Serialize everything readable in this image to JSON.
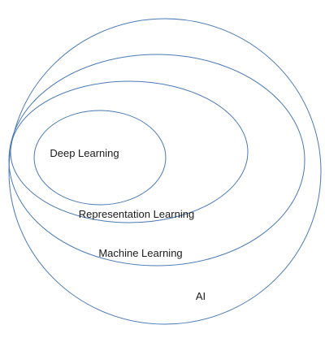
{
  "diagram": {
    "stroke_color": "#4a79b5",
    "text_color": "#1a1a1a",
    "sets": [
      {
        "id": "ai",
        "label": "AI"
      },
      {
        "id": "machine-learning",
        "label": "Machine Learning"
      },
      {
        "id": "representation-learning",
        "label": "Representation Learning"
      },
      {
        "id": "deep-learning",
        "label": "Deep Learning"
      }
    ]
  }
}
